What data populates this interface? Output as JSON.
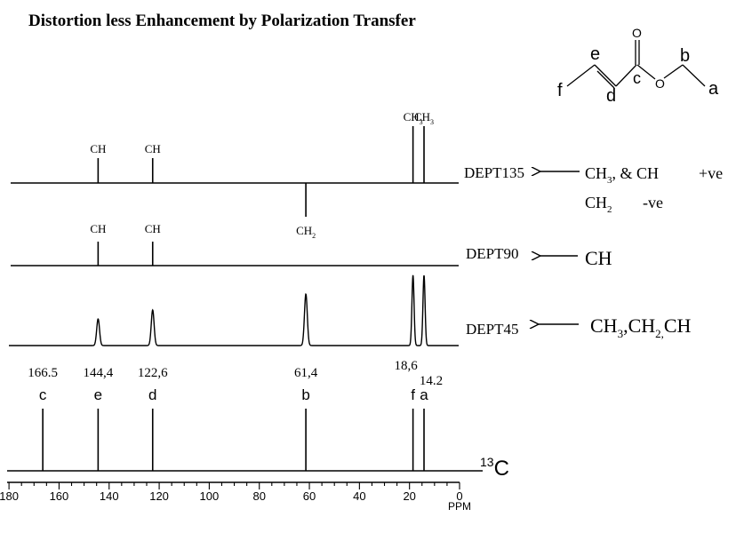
{
  "title": "Distortion less Enhancement by Polarization Transfer",
  "molecule": {
    "atoms": {
      "f": "f",
      "e": "e",
      "d": "d",
      "c": "c",
      "o_carbonyl": "O",
      "o_ester": "O",
      "b": "b",
      "a": "a"
    }
  },
  "spectra": {
    "dept135": {
      "name": "DEPT135",
      "peaks": [
        {
          "ppm": 144.4,
          "sign": 1,
          "label": "CH"
        },
        {
          "ppm": 122.6,
          "sign": 1,
          "label": "CH"
        },
        {
          "ppm": 61.4,
          "sign": -1,
          "label": "CH",
          "sub": "2"
        },
        {
          "ppm": 18.6,
          "sign": 1,
          "label": "CH",
          "sub": "3"
        },
        {
          "ppm": 14.2,
          "sign": 1,
          "label": "CH",
          "sub": "3"
        }
      ],
      "legend_line1": {
        "a": "CH",
        "a_sub": "3",
        "b": ", & CH",
        "c": "+ve"
      },
      "legend_line2": {
        "a": "CH",
        "a_sub": "2",
        "c": "-ve"
      }
    },
    "dept90": {
      "name": "DEPT90",
      "peaks": [
        {
          "ppm": 144.4,
          "label": "CH"
        },
        {
          "ppm": 122.6,
          "label": "CH"
        }
      ],
      "legend": "CH"
    },
    "dept45": {
      "name": "DEPT45",
      "peaks": [
        144.4,
        122.6,
        61.4,
        18.6,
        14.2
      ],
      "legend": {
        "s1": "CH",
        "sub1": "3",
        "s2": ",CH",
        "sub2": "2,",
        "s3": "CH"
      }
    },
    "c13": {
      "name": "13C",
      "name_sup": "13",
      "name_main": "C",
      "peaks": [
        {
          "ppm": 166.5,
          "value": "166.5",
          "atom": "c"
        },
        {
          "ppm": 144.4,
          "value": "144,4",
          "atom": "e"
        },
        {
          "ppm": 122.6,
          "value": "122,6",
          "atom": "d"
        },
        {
          "ppm": 61.4,
          "value": "61,4",
          "atom": "b"
        },
        {
          "ppm": 18.6,
          "value": "18,6",
          "atom": "f"
        },
        {
          "ppm": 14.2,
          "value": "14.2",
          "atom": "a"
        }
      ]
    }
  },
  "axis": {
    "ticks": [
      180,
      160,
      140,
      120,
      100,
      80,
      60,
      40,
      20,
      0
    ],
    "unit": "PPM"
  }
}
